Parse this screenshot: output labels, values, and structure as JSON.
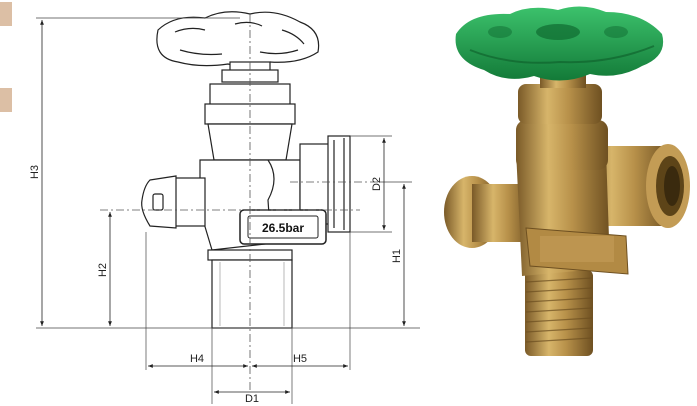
{
  "diagram": {
    "pressure_label": "26.5bar",
    "dimensions": {
      "h3": "H3",
      "d2": "D2",
      "h1": "H1",
      "h2": "H2",
      "h4": "H4",
      "h5": "H5",
      "d1": "D1"
    }
  },
  "photo": {
    "handwheel_color": "#1f9a4a",
    "body_color": "#b8914a"
  }
}
